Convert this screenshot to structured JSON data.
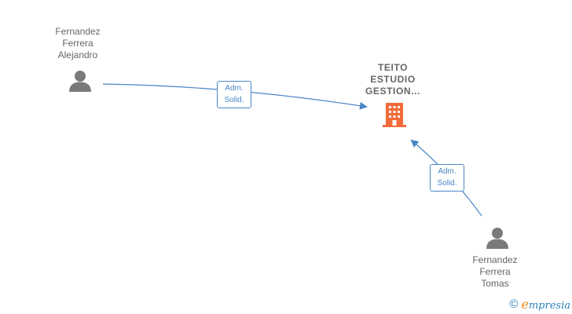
{
  "nodes": {
    "person_top": {
      "lines": [
        "Fernandez",
        "Ferrera",
        "Alejandro"
      ],
      "icon": "person-icon"
    },
    "company": {
      "lines": [
        "TEITO",
        "ESTUDIO",
        "GESTION..."
      ],
      "icon": "building-icon",
      "color": "#f26b3a"
    },
    "person_bottom": {
      "lines": [
        "Fernandez",
        "Ferrera",
        "Tomas"
      ],
      "icon": "person-icon"
    }
  },
  "edges": [
    {
      "from": "person_top",
      "to": "company",
      "label": [
        "Adm.",
        "Solid."
      ]
    },
    {
      "from": "person_bottom",
      "to": "company",
      "label": [
        "Adm.",
        "Solid."
      ]
    }
  ],
  "colors": {
    "edge": "#4a86c8",
    "icon_person": "#7a7a7a",
    "company": "#f26b3a",
    "brand": "#2a80b9",
    "brand_accent": "#f08a1c"
  },
  "footer": {
    "copyright_symbol": "©",
    "brand_first": "e",
    "brand_rest": "mpresia"
  }
}
